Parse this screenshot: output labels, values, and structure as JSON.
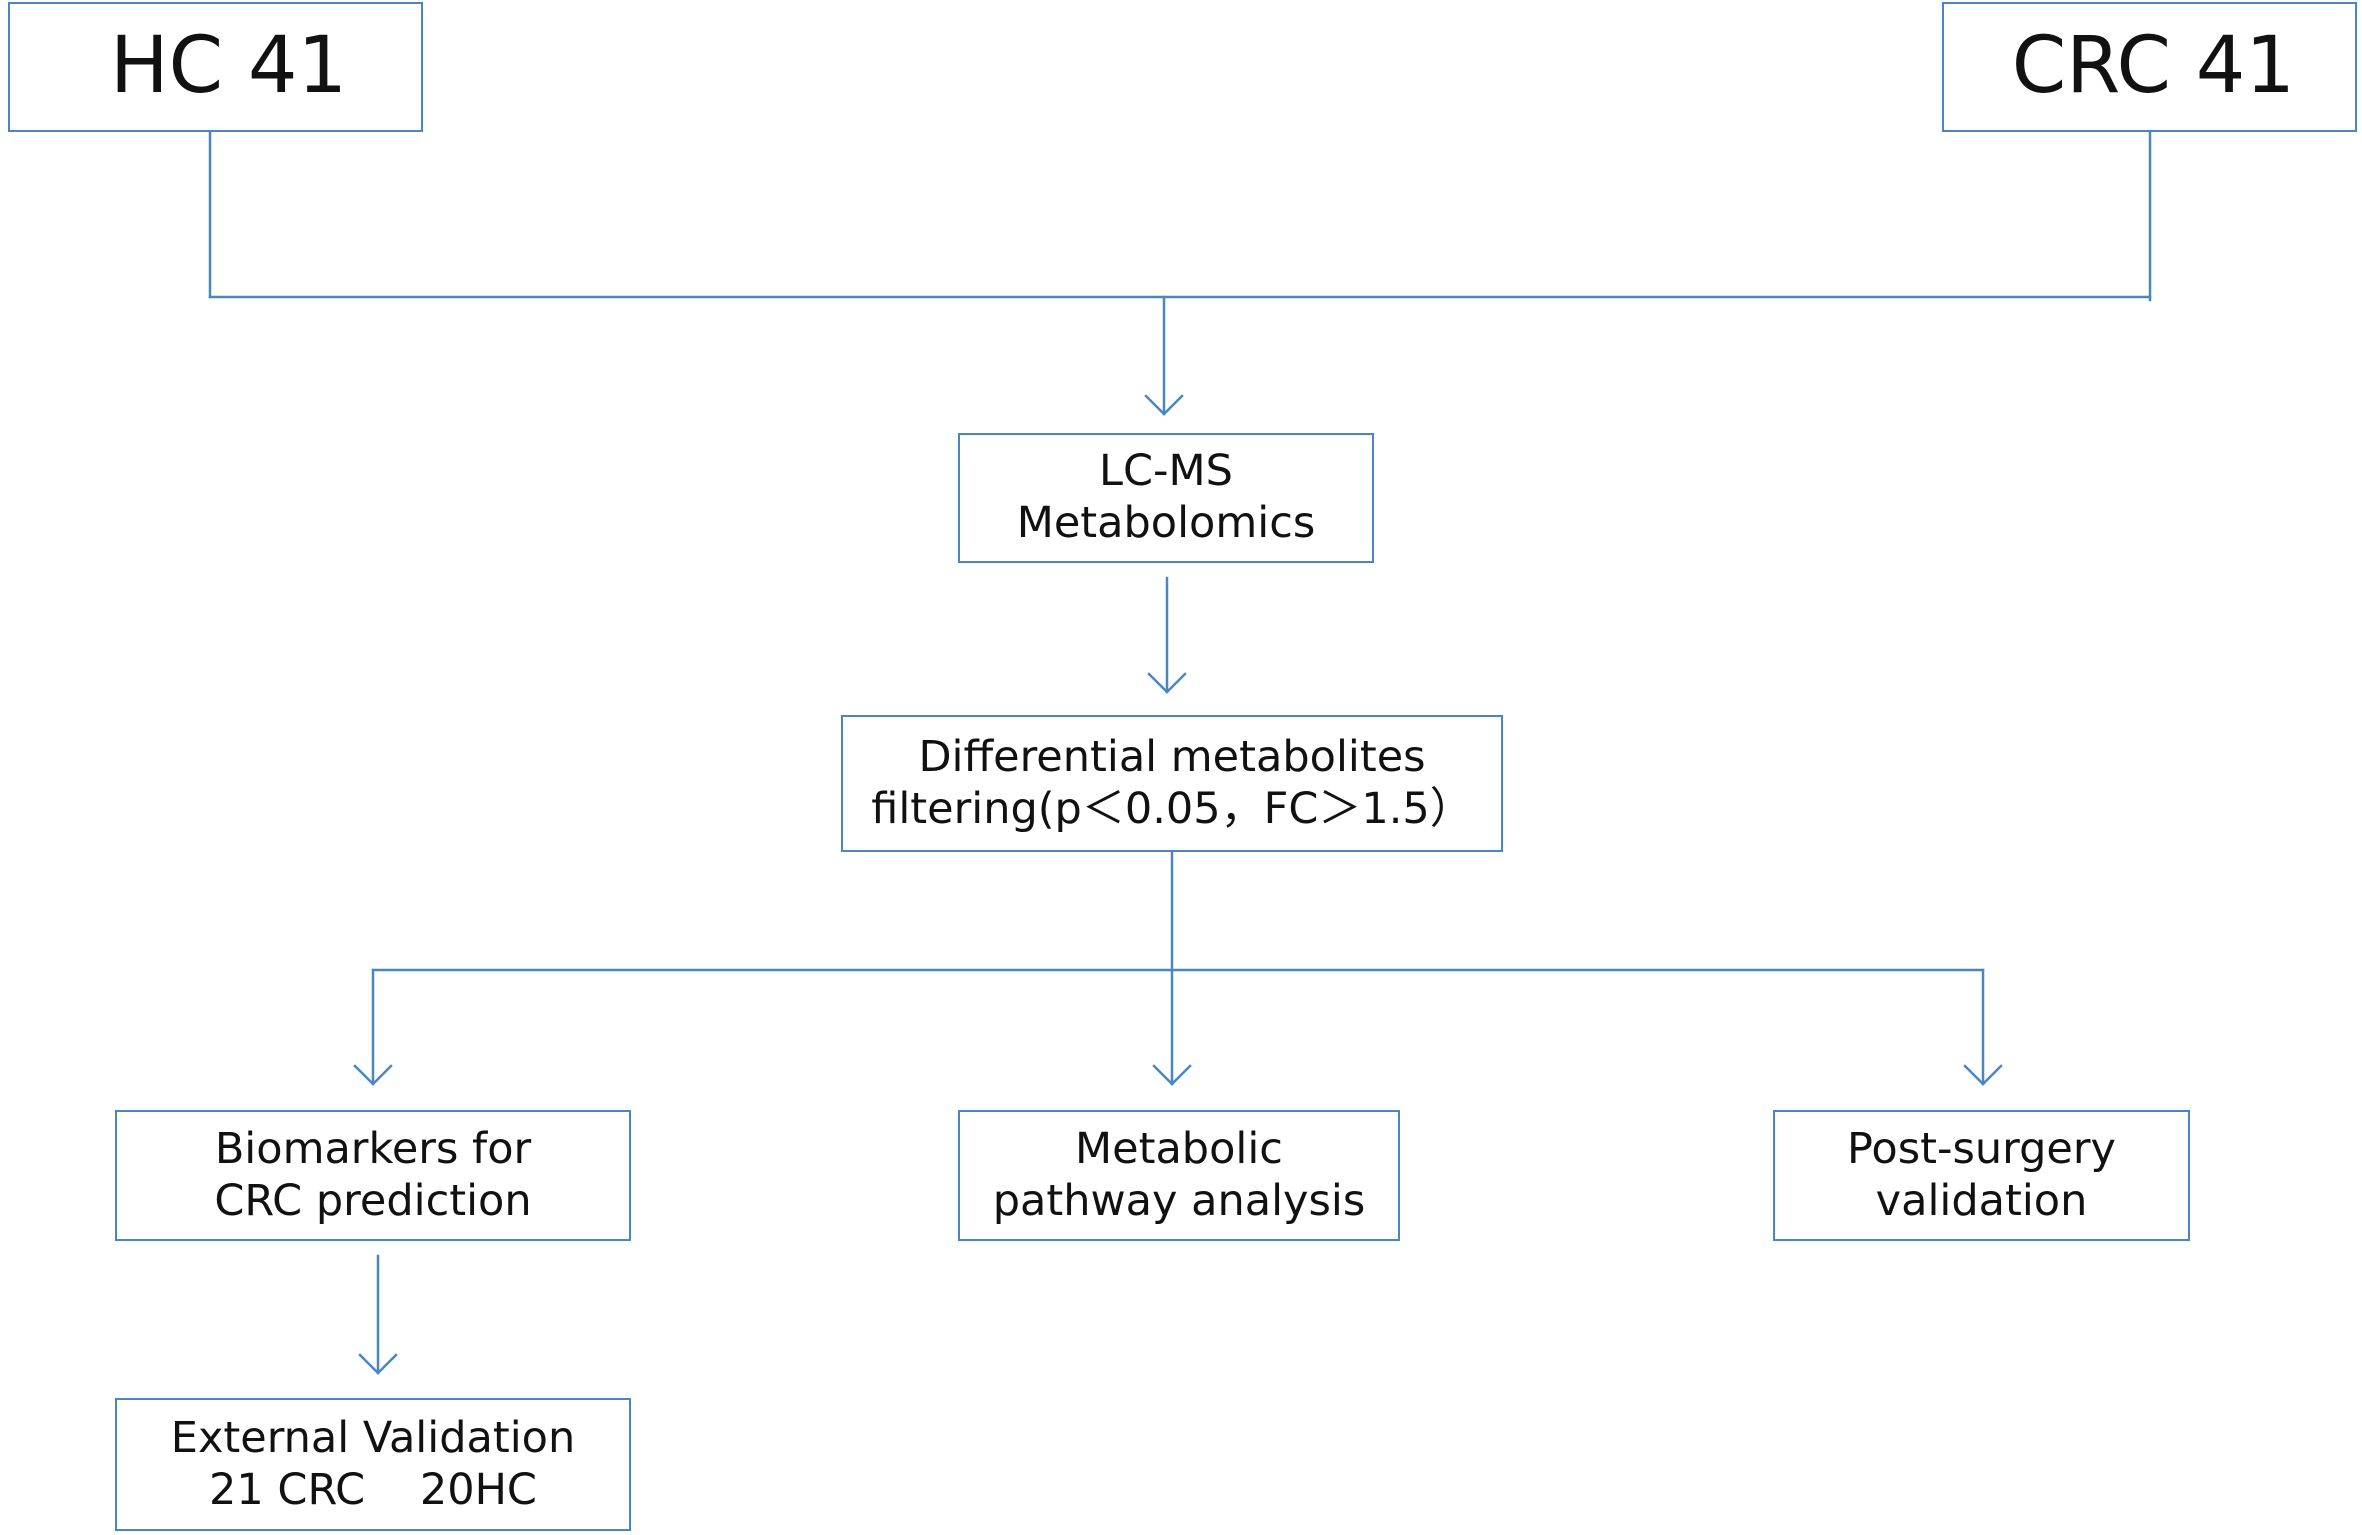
{
  "diagram": {
    "nodes": {
      "hc": {
        "lines": [
          "HC 41"
        ]
      },
      "crc": {
        "lines": [
          "CRC 41"
        ]
      },
      "lcms": {
        "lines": [
          "LC-MS",
          "Metabolomics"
        ]
      },
      "filter": {
        "lines": [
          "Differential metabolites",
          "filtering(p＜0.05，FC＞1.5）"
        ]
      },
      "biomarkers": {
        "lines": [
          "Biomarkers for",
          "CRC prediction"
        ]
      },
      "pathway": {
        "lines": [
          "Metabolic",
          "pathway analysis"
        ]
      },
      "postsurgery": {
        "lines": [
          "Post-surgery",
          "validation"
        ]
      },
      "external": {
        "lines": [
          "External Validation",
          "21 CRC    20HC"
        ]
      }
    },
    "colors": {
      "line": "#4a86c4",
      "text": "#111111",
      "background": "#ffffff"
    }
  }
}
